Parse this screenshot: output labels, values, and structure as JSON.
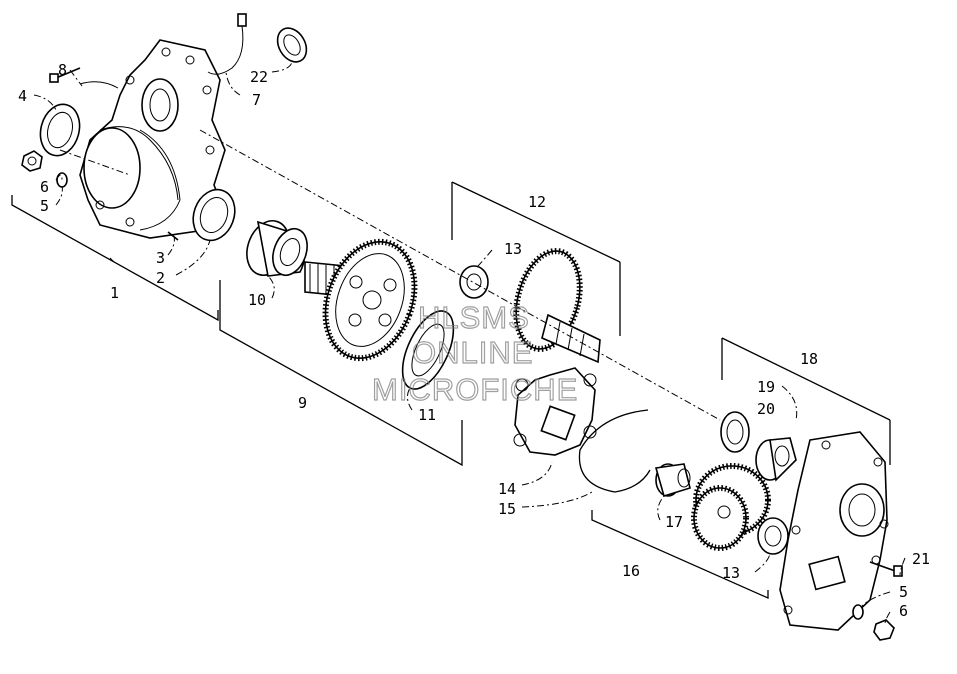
{
  "callouts": {
    "c1": "1",
    "c2": "2",
    "c3": "3",
    "c4": "4",
    "c5a": "5",
    "c6a": "6",
    "c7": "7",
    "c8": "8",
    "c9": "9",
    "c10": "10",
    "c11": "11",
    "c12": "12",
    "c13a": "13",
    "c13b": "13",
    "c14": "14",
    "c15": "15",
    "c16": "16",
    "c17": "17",
    "c18": "18",
    "c19": "19",
    "c20": "20",
    "c21": "21",
    "c22": "22",
    "c5b": "5",
    "c6b": "6"
  },
  "watermark": {
    "line1": "HLSMS",
    "line2": "ONLINE",
    "line3": "MICROFICHE"
  }
}
